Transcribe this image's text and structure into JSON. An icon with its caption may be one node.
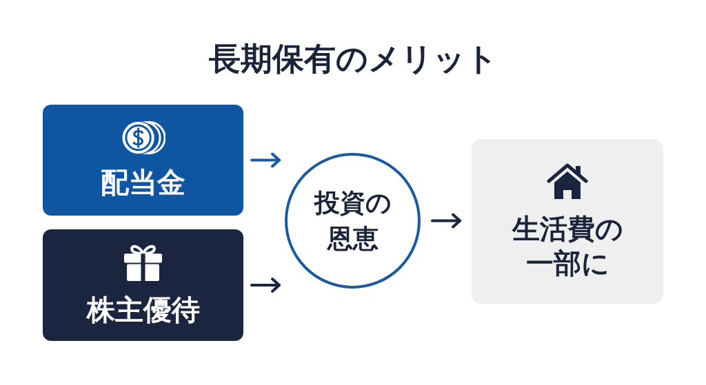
{
  "diagram": {
    "title": "長期保有のメリット",
    "nodes": [
      {
        "text": [
          "配当金"
        ]
      },
      {
        "text": [
          "株主優待"
        ]
      },
      {
        "text": [
          "投資の恩恵"
        ]
      },
      {
        "text": [
          "生活費の一部に"
        ]
      }
    ],
    "edges": [
      {
        "from": 0,
        "to": 2,
        "arrow": "to",
        "color": "#1a5aa0"
      },
      {
        "from": 1,
        "to": 2,
        "arrow": "to"
      },
      {
        "from": 2,
        "to": 3,
        "arrow": "to"
      }
    ]
  }
}
